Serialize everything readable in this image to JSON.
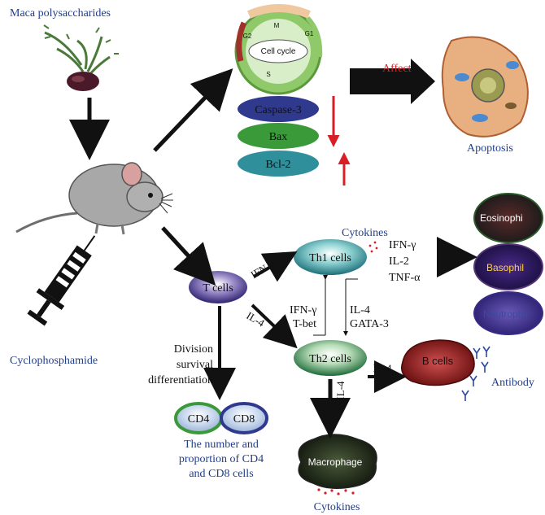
{
  "labels": {
    "maca": "Maca polysaccharides",
    "cyclophosphamide": "Cyclophosphamide",
    "cell_cycle": "Cell cycle",
    "phase_m": "M",
    "phase_g1": "G1",
    "phase_g2": "G2",
    "phase_s": "S",
    "affect": "Affect",
    "apoptosis": "Apoptosis",
    "caspase3": "Caspase-3",
    "bax": "Bax",
    "bcl2": "Bcl-2",
    "cytokines_top": "Cytokines",
    "th1": "Th1 cells",
    "th2": "Th2 cells",
    "tcells": "T cells",
    "ifn_gamma_arrow": "IFN-γ",
    "il4_arrow": "IL-4",
    "th1_cyt_1": "IFN-γ",
    "th1_cyt_2": "IL-2",
    "th1_cyt_3": "TNF-α",
    "mid_left_1": "IFN-γ",
    "mid_left_2": "T-bet",
    "mid_right_1": "IL-4",
    "mid_right_2": "GATA-3",
    "eosinophil": "Eosinophi",
    "basophil": "Basophil",
    "neutrophil": "Neutrophil",
    "division_1": "Division",
    "division_2": "survival",
    "division_3": "differentiation",
    "cd4": "CD4",
    "cd8": "CD8",
    "cd_caption_1": "The number and",
    "cd_caption_2": "proportion of CD4",
    "cd_caption_3": "and CD8 cells",
    "il4_to_b": "IL-4",
    "bcells": "B cells",
    "antibody": "Antibody",
    "il4_vertical": "IL-4",
    "macrophage": "Macrophage",
    "cytokines_bottom": "Cytokines"
  },
  "colors": {
    "blue_text": "#1f3d8c",
    "red": "#d81f26",
    "caspase_fill": "#2f3a8f",
    "bax_fill": "#3a9a3a",
    "bcl2_fill": "#2f8f9a",
    "arrow": "#111111"
  }
}
